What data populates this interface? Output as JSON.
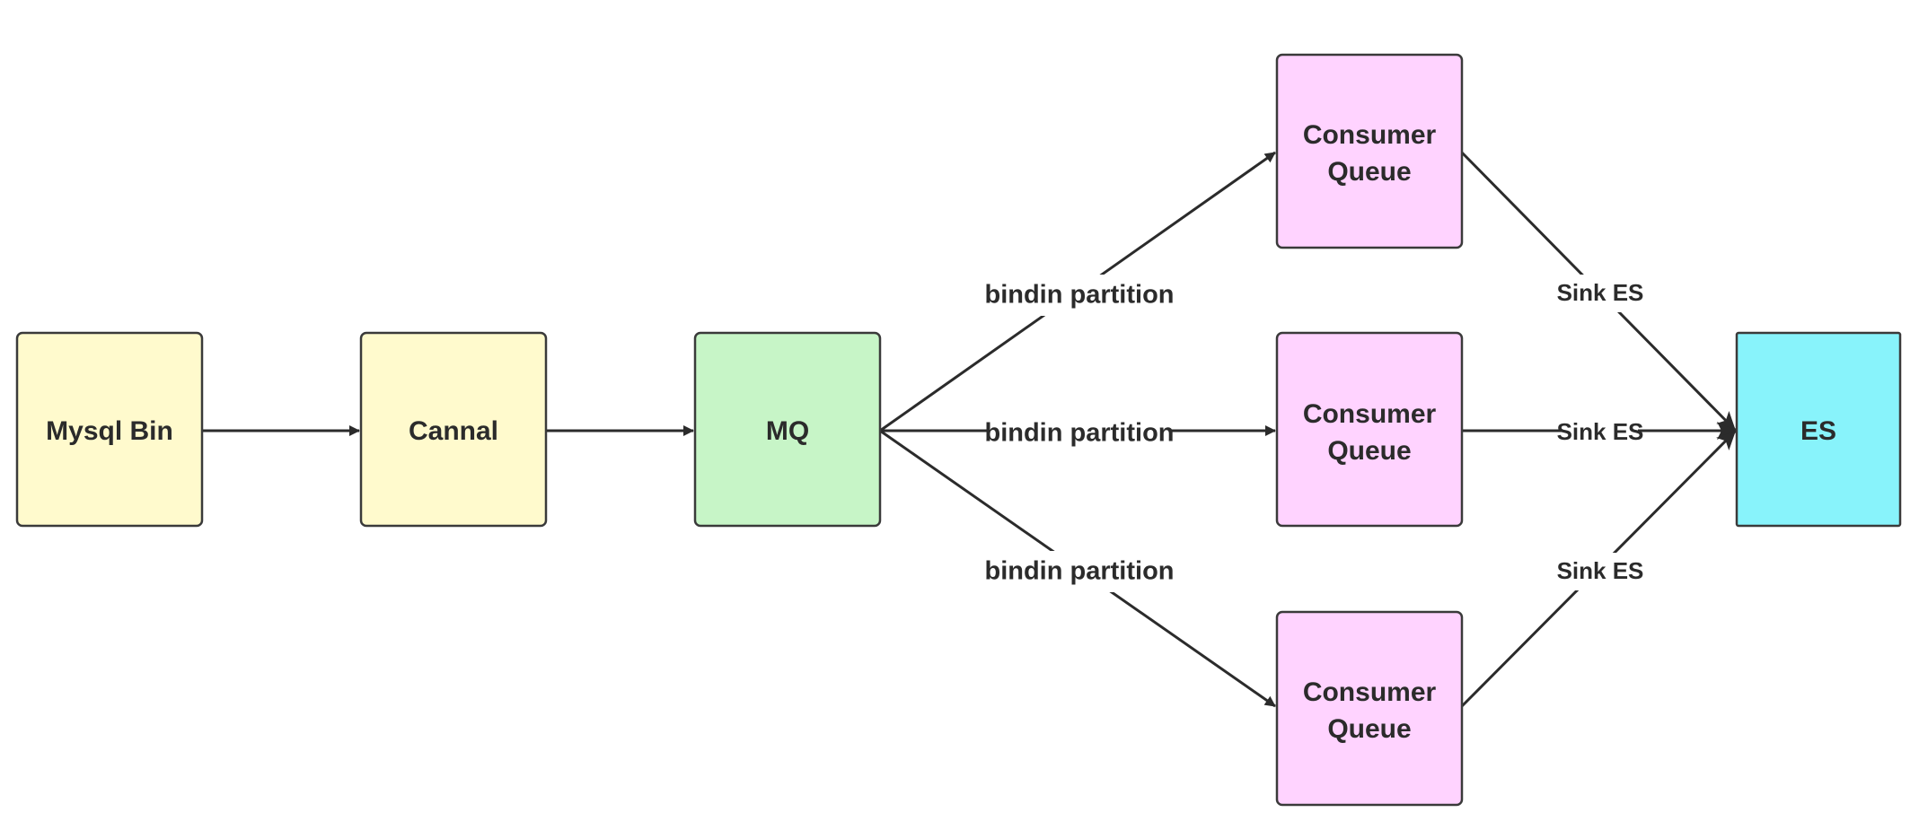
{
  "diagram": {
    "nodes": {
      "mysql_bin": {
        "label": "Mysql Bin",
        "color": "#fffacd"
      },
      "cannal": {
        "label": "Cannal",
        "color": "#fffacd"
      },
      "mq": {
        "label": "MQ",
        "color": "#c7f5c7"
      },
      "consumer_queue_1": {
        "label_line1": "Consumer",
        "label_line2": "Queue",
        "color": "#ffd3ff"
      },
      "consumer_queue_2": {
        "label_line1": "Consumer",
        "label_line2": "Queue",
        "color": "#ffd3ff"
      },
      "consumer_queue_3": {
        "label_line1": "Consumer",
        "label_line2": "Queue",
        "color": "#ffd3ff"
      },
      "es": {
        "label": "ES",
        "color": "#88f3fb"
      }
    },
    "edges": [
      {
        "from": "mysql_bin",
        "to": "cannal",
        "label": ""
      },
      {
        "from": "cannal",
        "to": "mq",
        "label": ""
      },
      {
        "from": "mq",
        "to": "consumer_queue_1",
        "label": "bindin partition"
      },
      {
        "from": "mq",
        "to": "consumer_queue_2",
        "label": "bindin partition"
      },
      {
        "from": "mq",
        "to": "consumer_queue_3",
        "label": "bindin partition"
      },
      {
        "from": "consumer_queue_1",
        "to": "es",
        "label": "Sink ES"
      },
      {
        "from": "consumer_queue_2",
        "to": "es",
        "label": "Sink ES"
      },
      {
        "from": "consumer_queue_3",
        "to": "es",
        "label": "Sink ES"
      }
    ]
  }
}
